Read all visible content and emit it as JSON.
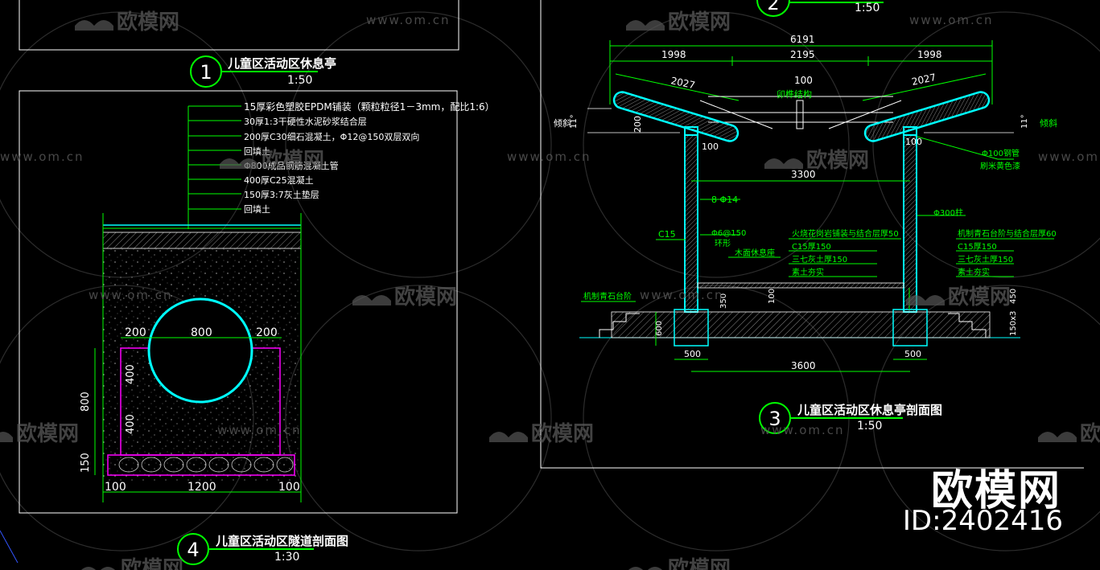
{
  "palette": {
    "frame": "#ffffff",
    "dim": "#00ff00",
    "cyan": "#00ffff",
    "magenta": "#ff00ff",
    "white": "#ffffff",
    "yellow": "#ffff00",
    "wm": "#4a4a4a"
  },
  "watermark": {
    "brand": "欧模网",
    "site": "www.om.cn",
    "id_text": "ID:2402416",
    "big_brand": "欧模网"
  },
  "drawing1": {
    "number": "1",
    "title": "儿童区活动区休息亭",
    "scale": "1:50"
  },
  "drawing2": {
    "number": "2",
    "scale": "1:50"
  },
  "drawing3": {
    "number": "3",
    "title": "儿童区活动区休息亭剖面图",
    "scale": "1:50",
    "dims": {
      "overall": "6191",
      "left": "1998",
      "mid": "2195",
      "right": "1998",
      "roof_l": "2027",
      "roof_r": "2027",
      "center": "100",
      "col_gap": "3300",
      "base_gap": "3600",
      "foot_l": "500",
      "foot_r": "500",
      "col_l": "100",
      "col_r": "100",
      "h200": "200",
      "h350": "350",
      "h100": "100",
      "h600": "600",
      "h450": "450",
      "step": "150x3"
    },
    "labels": {
      "roof_struct": "卯榫结构",
      "pitch_l": "倾斜",
      "pitch_r": "倾斜",
      "angle_l": "11°",
      "angle_r": "11°",
      "pipe": "Φ100钢管",
      "pipe_paint": "刷米黄色漆",
      "rebar": "8 Φ14",
      "stirrup": "Φ6@150",
      "ring": "环形",
      "c15": "C15",
      "column": "Φ300柱",
      "bench": "木面休息座",
      "step": "机制青石台阶",
      "layers_left": [
        "火烧花岗岩铺装与结合层厚50",
        "C15厚150",
        "三七灰土厚150",
        "素土夯实"
      ],
      "layers_right": [
        "机制青石台阶与结合层厚60",
        "C15厚150",
        "三七灰土厚150",
        "素土夯实"
      ]
    }
  },
  "drawing4": {
    "number": "4",
    "title": "儿童区活动区隧道剖面图",
    "scale": "1:30",
    "layers": [
      "15厚彩色塑胶EPDM铺装（颗粒粒径1－3mm，配比1:6）",
      "30厚1:3干硬性水泥砂浆结合层",
      "200厚C30细石混凝土，Φ12@150双层双向",
      "回填土",
      "Φ800成品钢筋混凝土管",
      "400厚C25混凝土",
      "150厚3:7灰土垫层",
      "回填土"
    ],
    "dims": {
      "pipe": "800",
      "side_l": "200",
      "side_r": "200",
      "h400a": "400",
      "h400b": "400",
      "h800": "800",
      "h150": "150",
      "w100l": "100",
      "w1200": "1200",
      "w100r": "100"
    }
  }
}
